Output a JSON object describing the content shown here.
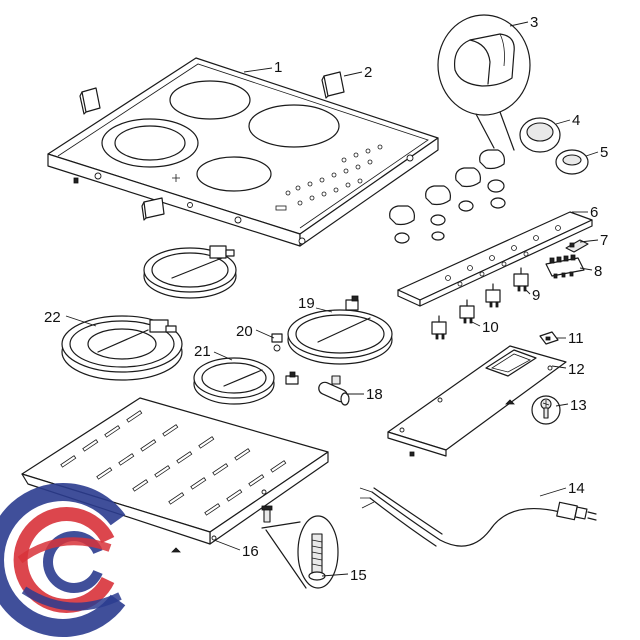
{
  "parts": [
    {
      "id": "1"
    },
    {
      "id": "2"
    },
    {
      "id": "3"
    },
    {
      "id": "4"
    },
    {
      "id": "5"
    },
    {
      "id": "6"
    },
    {
      "id": "7"
    },
    {
      "id": "8"
    },
    {
      "id": "9"
    },
    {
      "id": "10"
    },
    {
      "id": "11"
    },
    {
      "id": "12"
    },
    {
      "id": "13"
    },
    {
      "id": "14"
    },
    {
      "id": "15"
    },
    {
      "id": "16"
    },
    {
      "id": "18"
    },
    {
      "id": "19"
    },
    {
      "id": "20"
    },
    {
      "id": "21"
    },
    {
      "id": "22"
    }
  ],
  "colors": {
    "line": "#1a1a1a",
    "logo_blue": "#2b3c8f",
    "logo_red": "#d8323a"
  },
  "logo": {
    "icon": "concentric-swirl-logo-icon"
  }
}
